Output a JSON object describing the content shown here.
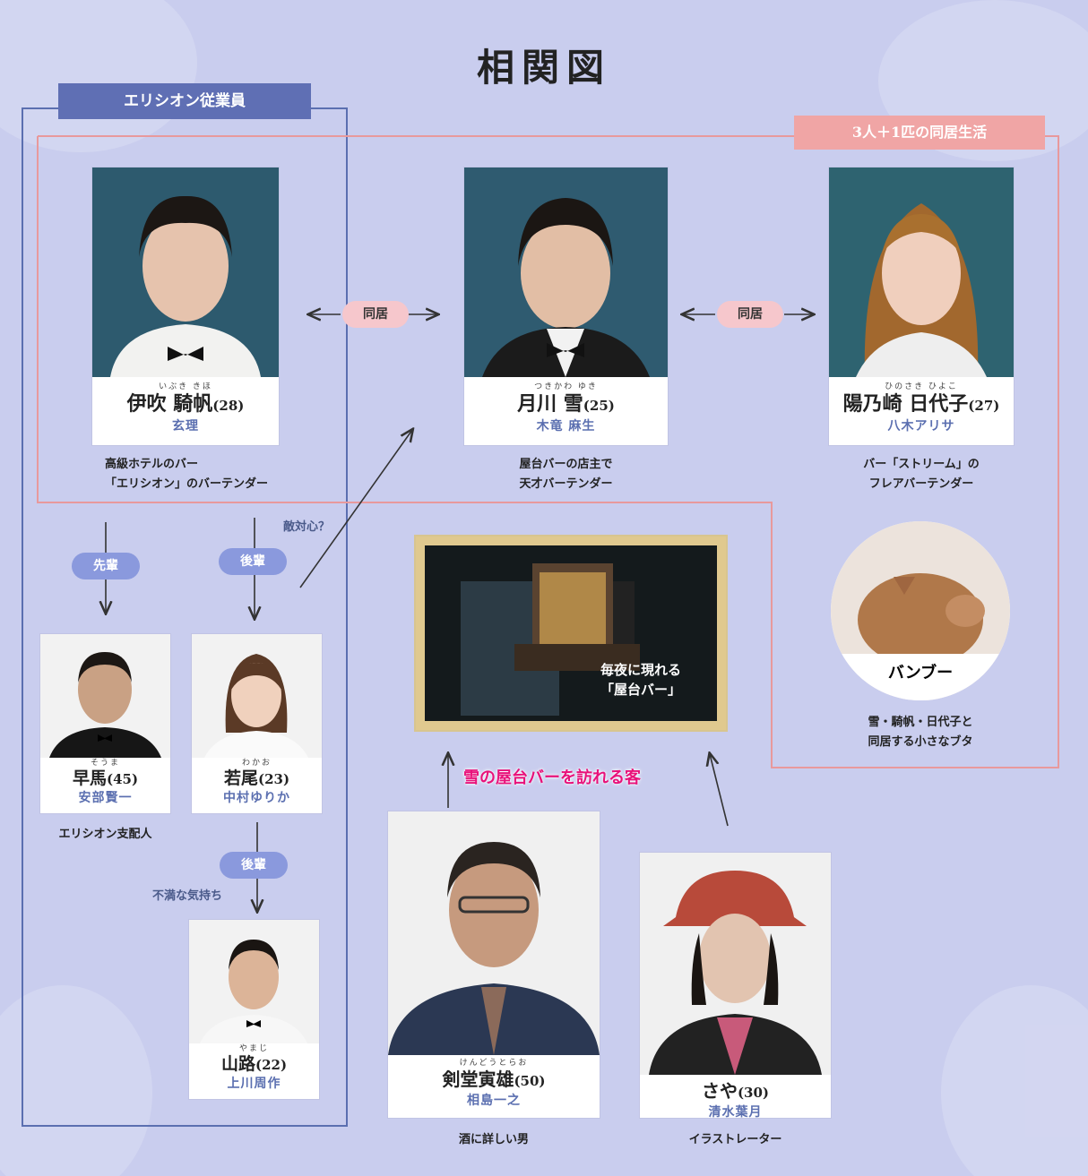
{
  "title": "相関図",
  "groups": {
    "elysion": "エリシオン従業員",
    "cohabit": "3人＋1匹の同居生活"
  },
  "main": [
    {
      "ruby": "いぶき きほ",
      "name": "伊吹 騎帆",
      "age": "(28)",
      "actor": "玄理",
      "desc": [
        "高級ホテルのバー",
        "「エリシオン」のバーテンダー"
      ]
    },
    {
      "ruby": "つきかわ ゆき",
      "name": "月川 雪",
      "age": "(25)",
      "actor": "木竜 麻生",
      "desc": [
        "屋台バーの店主で",
        "天才バーテンダー"
      ]
    },
    {
      "ruby": "ひのさき ひよこ",
      "name": "陽乃崎 日代子",
      "age": "(27)",
      "actor": "八木アリサ",
      "desc": [
        "バー「ストリーム」の",
        "フレアバーテンダー"
      ]
    }
  ],
  "relations": {
    "cohabit_left": "同居",
    "cohabit_right": "同居",
    "senior": "先輩",
    "junior1": "後輩",
    "junior2": "後輩",
    "rivalry": "敵対心？",
    "dissatisfied": "不満な気持ち"
  },
  "staff": [
    {
      "ruby": "そうま",
      "name": "早馬",
      "age": "(45)",
      "actor": "安部賢一",
      "desc": "エリシオン支配人"
    },
    {
      "ruby": "わかお",
      "name": "若尾",
      "age": "(23)",
      "actor": "中村ゆりか",
      "desc": ""
    },
    {
      "ruby": "やまじ",
      "name": "山路",
      "age": "(22)",
      "actor": "上川周作",
      "desc": ""
    }
  ],
  "pig": {
    "name": "バンブー",
    "desc": [
      "雪・騎帆・日代子と",
      "同居する小さなブタ"
    ]
  },
  "bar": {
    "caption": [
      "毎夜に現れる",
      "「屋台バー」"
    ]
  },
  "guests_label": "雪の屋台バーを訪れる客",
  "guests": [
    {
      "ruby": "けんどうとらお",
      "name": "剣堂寅雄",
      "age": "(50)",
      "actor": "相島一之",
      "desc": "酒に詳しい男"
    },
    {
      "ruby": "",
      "name": "さや",
      "age": "(30)",
      "actor": "清水葉月",
      "desc": "イラストレーター"
    }
  ],
  "colors": {
    "background": "#c9cdee",
    "blue": "#5f6fb4",
    "pink": "#f0a5a5",
    "accent": "#e8127a"
  }
}
